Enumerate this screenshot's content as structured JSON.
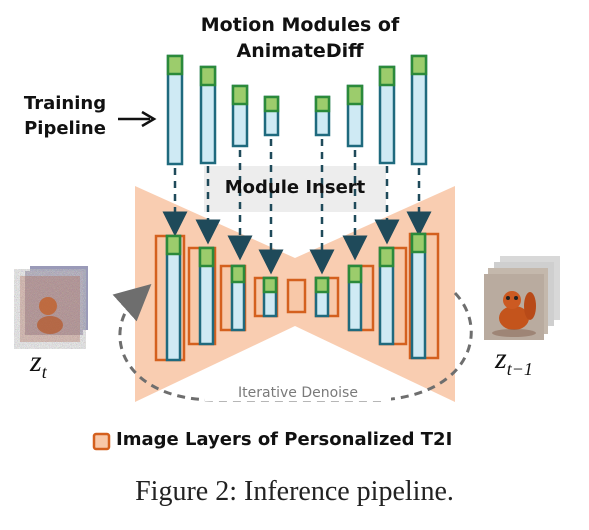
{
  "title_line1": "Motion Modules of",
  "title_line2": "AnimateDiff",
  "training_line1": "Training",
  "training_line2": "Pipeline",
  "module_insert": "Module Insert",
  "iterative_denoise": "Iterative Denoise",
  "z_left": "z",
  "z_left_sub": "t",
  "z_right": "z",
  "z_right_sub": "t−1",
  "legend_label": "Image Layers of Personalized T2I",
  "caption": "Figure 2: Inference pipeline.",
  "colors": {
    "unet_fill": "#f8c8a8",
    "image_layer_stroke": "#d4601e",
    "motion_fill": "#cfeaf4",
    "motion_stroke": "#1f6a7e",
    "motion_cap": "#9ccc6c",
    "arrow_dash": "#1f4a5a",
    "denoise_arrow": "#6e6e6e"
  }
}
